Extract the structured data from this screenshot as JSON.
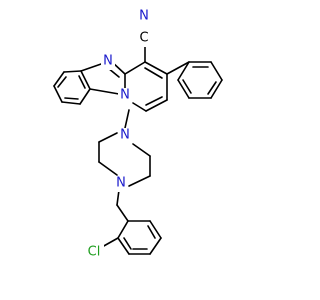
{
  "molecule": {
    "atoms": [
      {
        "id": "n_top",
        "symbol": "N",
        "color": "#1a1acc"
      },
      {
        "id": "n_bridge",
        "symbol": "N",
        "color": "#1a1acc"
      },
      {
        "id": "n_nitrile",
        "symbol": "N",
        "color": "#1a1acc"
      },
      {
        "id": "c_nitrile",
        "symbol": "C",
        "color": "#000000"
      },
      {
        "id": "n_pip_top",
        "symbol": "N",
        "color": "#1a1acc"
      },
      {
        "id": "n_pip_bottom",
        "symbol": "N",
        "color": "#1a1acc"
      },
      {
        "id": "cl",
        "symbol": "Cl",
        "color": "#1f9e1f"
      }
    ]
  }
}
